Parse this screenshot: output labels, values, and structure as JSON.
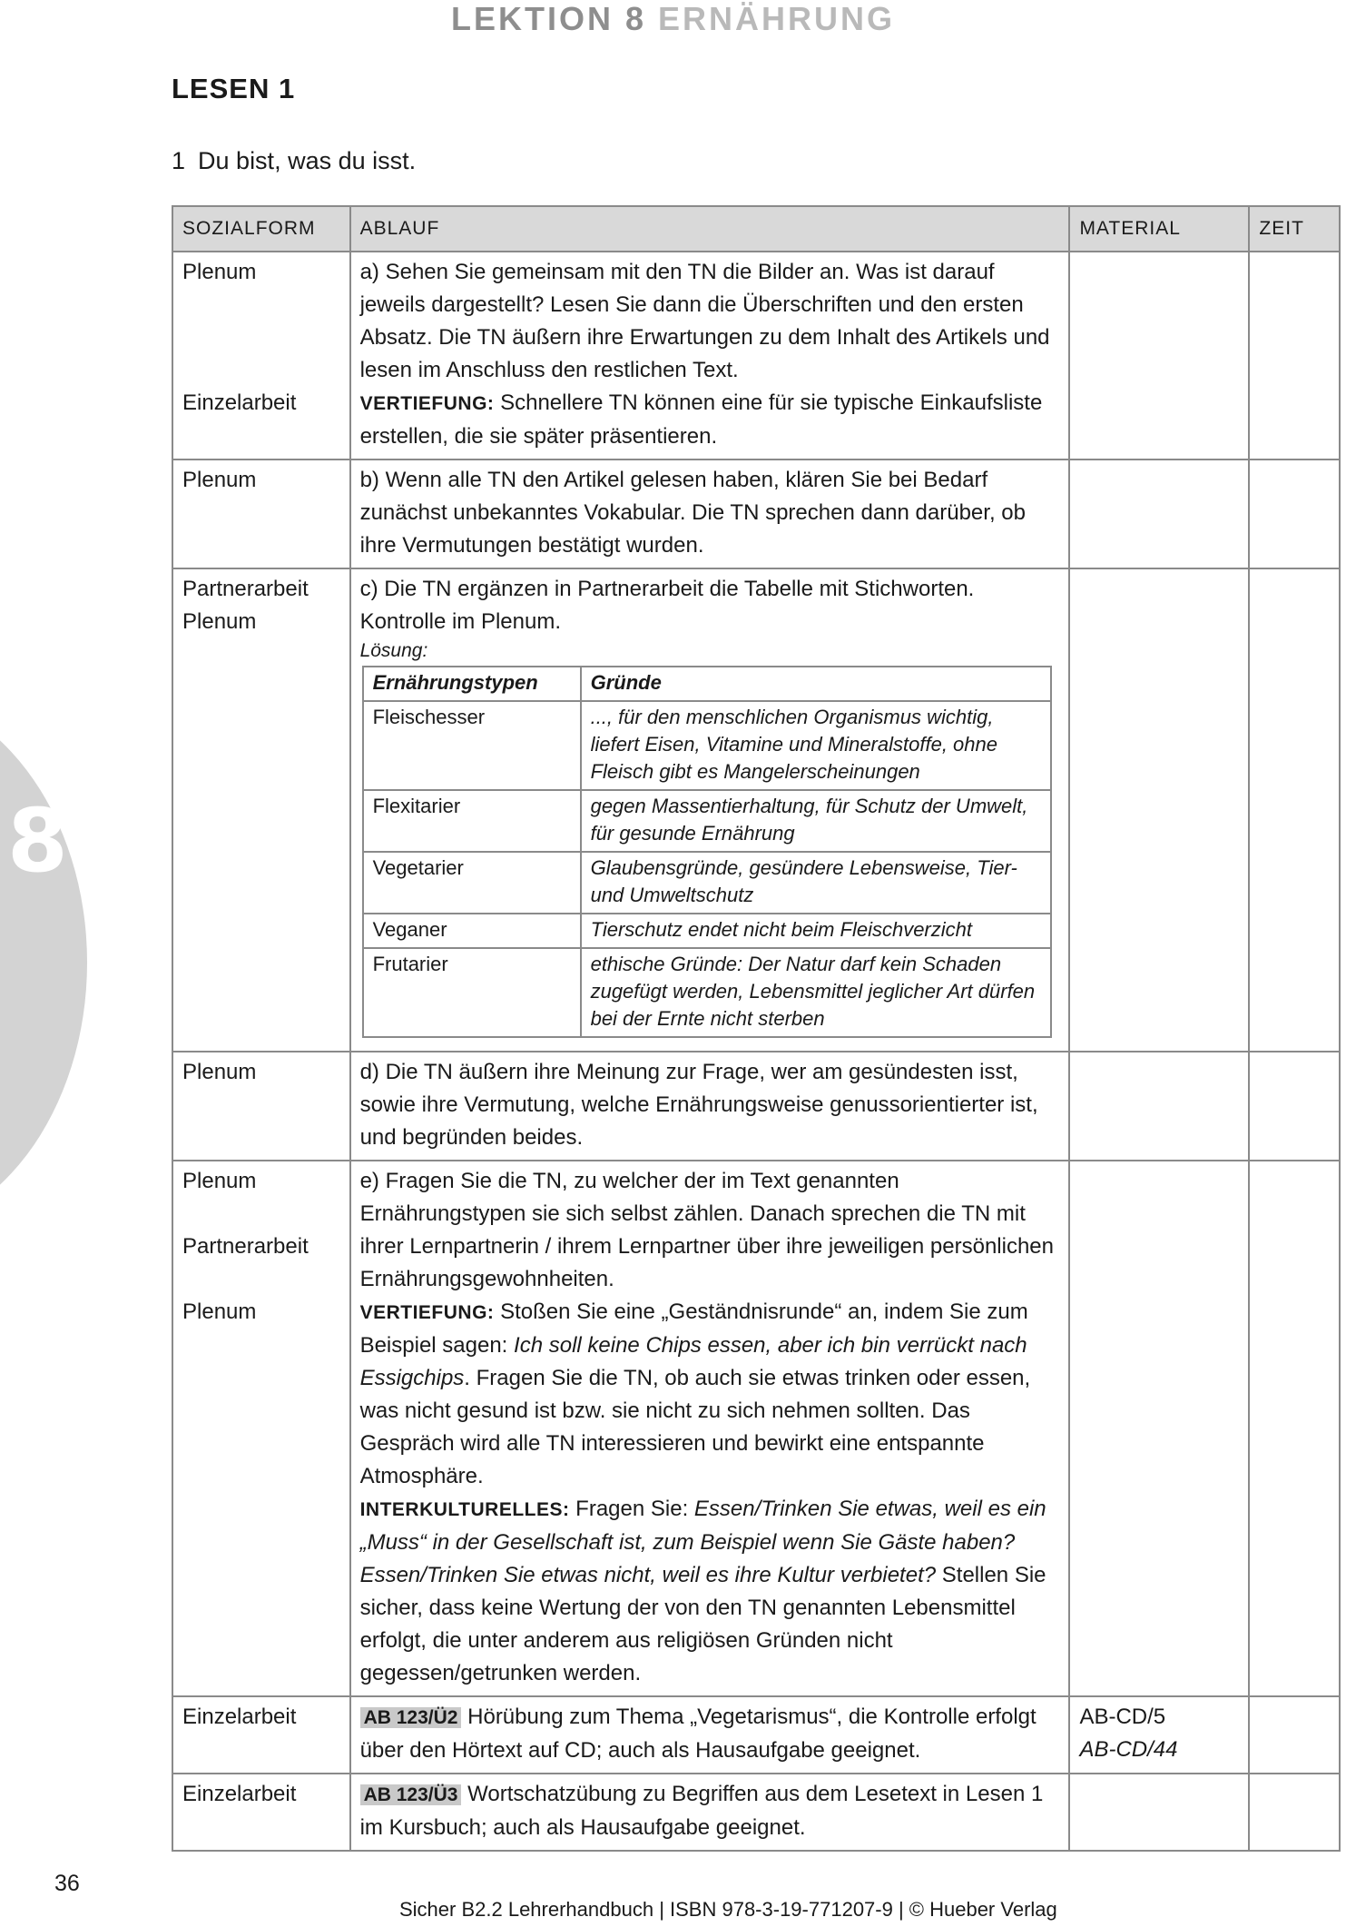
{
  "header": {
    "lektion": "LEKTION 8",
    "thema": "ERNÄHRUNG"
  },
  "side_tab": {
    "number": "8"
  },
  "section_title": "LESEN 1",
  "exercise": {
    "number": "1",
    "title": "Du bist, was du isst."
  },
  "table": {
    "headers": [
      "SOZIALFORM",
      "ABLAUF",
      "MATERIAL",
      "ZEIT"
    ],
    "row_a": {
      "soz1": "Plenum",
      "soz2": "Einzelarbeit",
      "text": "a) Sehen Sie gemeinsam mit den TN die Bilder an. Was ist darauf jeweils dargestellt? Lesen Sie dann die Überschriften und den ersten Absatz. Die TN äußern ihre Erwartungen zu dem Inhalt des Artikels und lesen im Anschluss den restlichen Text.",
      "label": "VERTIEFUNG:",
      "text2": " Schnellere TN können eine für sie typische Einkaufsliste erstellen, die sie später präsentieren."
    },
    "row_b": {
      "soz": "Plenum",
      "text": "b) Wenn alle TN den Artikel gelesen haben, klären Sie bei Bedarf zunächst unbekanntes Vokabular. Die TN sprechen dann darüber, ob ihre Vermutungen bestätigt wurden."
    },
    "row_c": {
      "soz1": "Partnerarbeit",
      "soz2": "Plenum",
      "text": "c) Die TN ergänzen in Partnerarbeit die Tabelle mit Stichworten. Kontrolle im Plenum.",
      "loesung": "Lösung:",
      "solution": {
        "header_typ": "Ernährungstypen",
        "header_grund": "Gründe",
        "rows": [
          {
            "typ": "Fleischesser",
            "grund": "..., für den menschlichen Organismus wichtig, liefert Eisen, Vitamine und Mineralstoffe, ohne Fleisch gibt es Mangelerscheinungen"
          },
          {
            "typ": "Flexitarier",
            "grund": "gegen Massentierhaltung, für Schutz der Umwelt, für gesunde Ernährung"
          },
          {
            "typ": "Vegetarier",
            "grund": "Glaubensgründe, gesündere Lebensweise, Tier- und Umweltschutz"
          },
          {
            "typ": "Veganer",
            "grund": "Tierschutz endet nicht beim Fleischverzicht"
          },
          {
            "typ": "Frutarier",
            "grund": "ethische Gründe: Der Natur darf kein Schaden zugefügt werden, Lebensmittel jeglicher Art dürfen bei der Ernte nicht sterben"
          }
        ]
      }
    },
    "row_d": {
      "soz": "Plenum",
      "text": "d) Die TN äußern ihre Meinung zur Frage, wer am gesündesten isst, sowie ihre Vermutung, welche Ernährungsweise genussorientierter ist, und begründen beides."
    },
    "row_e": {
      "soz1": "Plenum",
      "soz2": "Partnerarbeit",
      "soz3": "Plenum",
      "text": "e) Fragen Sie die TN, zu welcher der im Text genannten Ernährungstypen sie sich selbst zählen. Danach sprechen die TN mit ihrer Lernpartnerin / ihrem Lernpartner über ihre jeweiligen persönlichen Ernährungsgewohnheiten.",
      "v_label": "VERTIEFUNG:",
      "v_text1": " Stoßen Sie eine „Geständnisrunde“ an, indem Sie zum Beispiel sagen: ",
      "v_italic": "Ich soll keine Chips essen, aber ich bin verrückt nach Essigchips",
      "v_text2": ". Fragen Sie die TN, ob auch sie etwas trinken oder essen, was nicht gesund ist bzw. sie nicht zu sich nehmen sollten. Das Gespräch wird alle TN interessieren und bewirkt eine entspannte Atmosphäre.",
      "i_label": "INTERKULTURELLES:",
      "i_text1": " Fragen Sie: ",
      "i_italic": "Essen/Trinken Sie etwas, weil es ein „Muss“ in der Gesellschaft ist, zum Beispiel wenn Sie Gäste haben? Essen/Trinken Sie etwas nicht, weil es ihre Kultur verbietet?",
      "i_text2": " Stellen Sie sicher, dass keine Wertung der von den TN genannten Lebensmittel erfolgt, die unter anderem aus religiösen Gründen nicht gegessen/getrunken werden."
    },
    "row_f": {
      "soz": "Einzelarbeit",
      "tag": "AB 123/Ü2",
      "text": " Hörübung zum Thema „Vegetarismus“, die Kontrolle erfolgt über den Hörtext auf CD; auch als Hausaufgabe geeignet.",
      "material1": "AB-CD/5",
      "material2": "AB-CD/44"
    },
    "row_g": {
      "soz": "Einzelarbeit",
      "tag": "AB 123/Ü3",
      "text": " Wortschatzübung zu Begriffen aus dem Lesetext in Lesen 1 im Kursbuch; auch als Hausaufgabe geeignet."
    }
  },
  "page_number": "36",
  "footer": "Sicher B2.2 Lehrerhandbuch | ISBN 978-3-19-771207-9 | © Hueber Verlag"
}
